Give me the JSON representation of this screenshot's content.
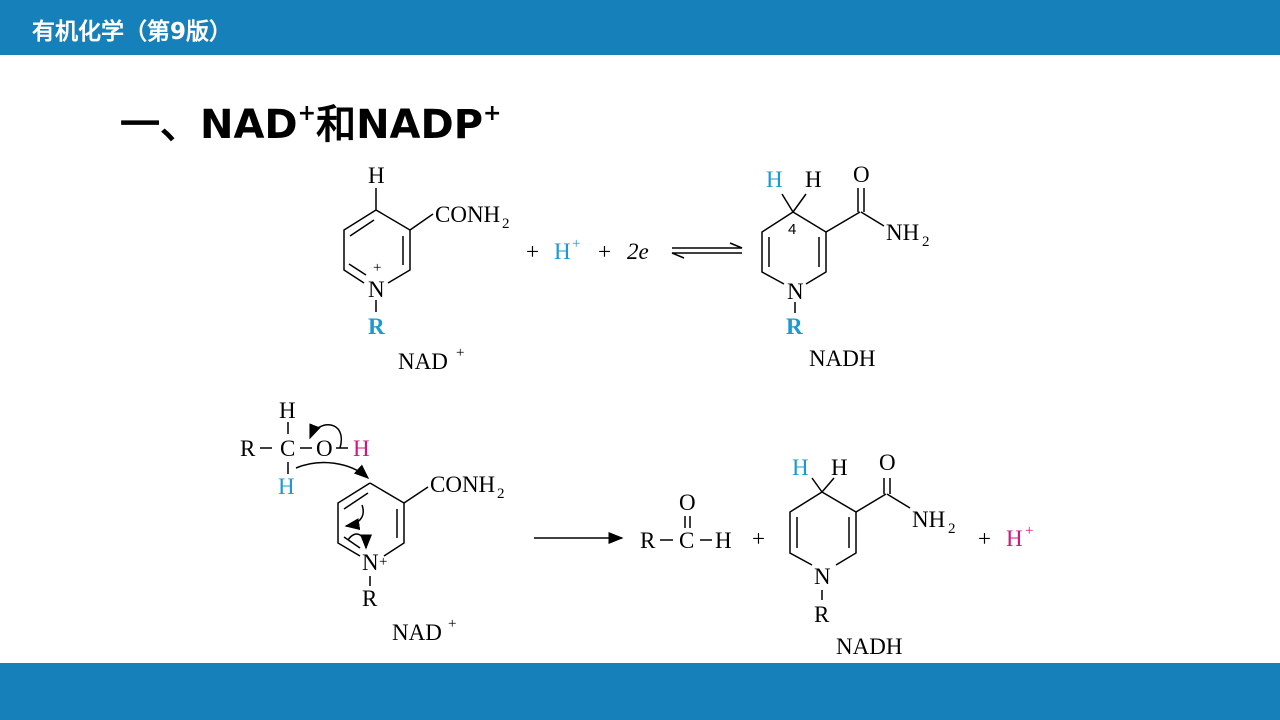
{
  "header": {
    "title": "有机化学（第9版）"
  },
  "heading": {
    "prefix": "一、NAD",
    "sup1": "+",
    "middle": "和NADP",
    "sup2": "+"
  },
  "reaction1": {
    "nad": {
      "h_top": "H",
      "substituent": "CONH",
      "sub2": "2",
      "charge": "+",
      "n": "N",
      "r": "R",
      "label": "NAD",
      "label_sup": "+"
    },
    "equation": {
      "plus1": "+",
      "proton": "H",
      "proton_sup": "+",
      "plus2": "+",
      "electrons": "2e"
    },
    "nadh": {
      "h_blue": "H",
      "h_black": "H",
      "position": "4",
      "o": "O",
      "nh": "NH",
      "sub2": "2",
      "n": "N",
      "r": "R",
      "label": "NADH"
    }
  },
  "reaction2": {
    "alcohol": {
      "h_top": "H",
      "r": "R",
      "c": "C",
      "o": "O",
      "h_pink": "H",
      "h_blue": "H"
    },
    "nad": {
      "substituent": "CONH",
      "sub2": "2",
      "n": "N",
      "charge": "+",
      "r": "R",
      "label": "NAD",
      "label_sup": "+"
    },
    "aldehyde": {
      "r": "R",
      "c": "C",
      "h": "H",
      "o": "O"
    },
    "plus1": "+",
    "nadh": {
      "h_blue": "H",
      "h_black": "H",
      "o": "O",
      "nh": "NH",
      "sub2": "2",
      "n": "N",
      "r": "R",
      "label": "NADH"
    },
    "plus2": "+",
    "proton": "H",
    "proton_sup": "+"
  },
  "colors": {
    "bar": "#1580BA",
    "blue": "#1A9AD0",
    "pink": "#D4147F"
  }
}
